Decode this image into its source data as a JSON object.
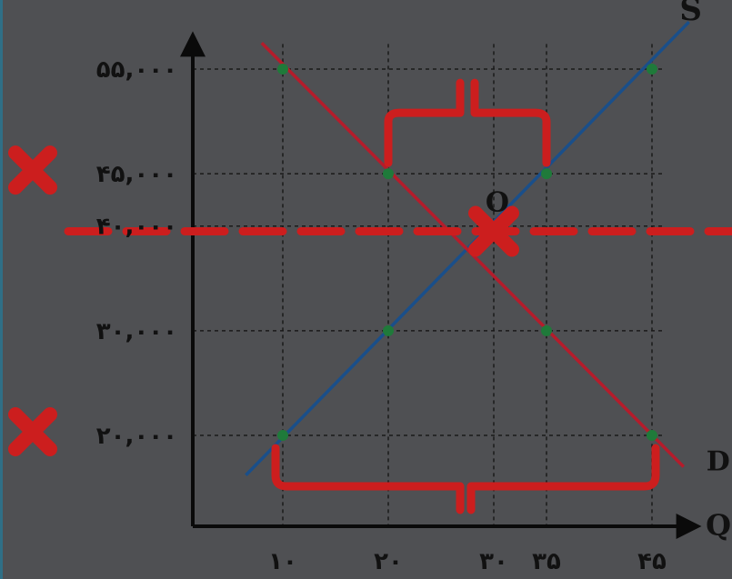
{
  "colors": {
    "background": "#4f5053",
    "edge_strip": "#2f6f86",
    "axis": "#0a0a0a",
    "grid": "#1a1a1a",
    "supply_line": "#1a4f8a",
    "demand_line": "#b51c2b",
    "points": "#1f7a3a",
    "annotation": "#cc1e1e",
    "text": "#111111"
  },
  "chart_data": {
    "type": "line",
    "title": "",
    "xlabel": "Q",
    "ylabel": "",
    "xlim": [
      8,
      47
    ],
    "ylim": [
      14000,
      60000
    ],
    "grid": true,
    "x_gridlines": [
      10,
      20,
      30,
      35,
      45
    ],
    "y_gridlines": [
      20000,
      30000,
      40000,
      45000,
      55000
    ],
    "x_tick_values": [
      10,
      20,
      30,
      35,
      45
    ],
    "x_tick_labels": [
      "۱۰",
      "۲۰",
      "۳۰",
      "۳۵",
      "۴۵"
    ],
    "y_tick_values": [
      20000,
      30000,
      40000,
      45000,
      55000
    ],
    "y_tick_labels": [
      "۲۰,۰۰۰",
      "۳۰,۰۰۰",
      "۴۰,۰۰۰",
      "۴۵,۰۰۰",
      "۵۵,۰۰۰"
    ],
    "series": [
      {
        "name": "S",
        "color": "#1a4f8a",
        "line": [
          [
            6.5,
            16200
          ],
          [
            48.5,
            59500
          ]
        ],
        "points": [
          [
            10,
            20000
          ],
          [
            20,
            30000
          ],
          [
            35,
            45000
          ],
          [
            45,
            55000
          ]
        ]
      },
      {
        "name": "D",
        "color": "#b51c2b",
        "line": [
          [
            8,
            57500
          ],
          [
            48,
            17000
          ]
        ],
        "points": [
          [
            10,
            55000
          ],
          [
            20,
            45000
          ],
          [
            35,
            30000
          ],
          [
            45,
            20000
          ]
        ]
      }
    ],
    "equilibrium": {
      "label": "O",
      "x": 30,
      "y": 40000
    },
    "annotations": {
      "dashed_line_y": 39500,
      "equilibrium_cross": {
        "x": 30,
        "y": 39500
      },
      "crossed_ticks": [
        45000,
        20000
      ],
      "top_brace": {
        "x_from": 20,
        "x_to": 35,
        "y": 45000
      },
      "bottom_brace": {
        "x_from": 10,
        "x_to": 45,
        "y": 20000
      }
    }
  }
}
